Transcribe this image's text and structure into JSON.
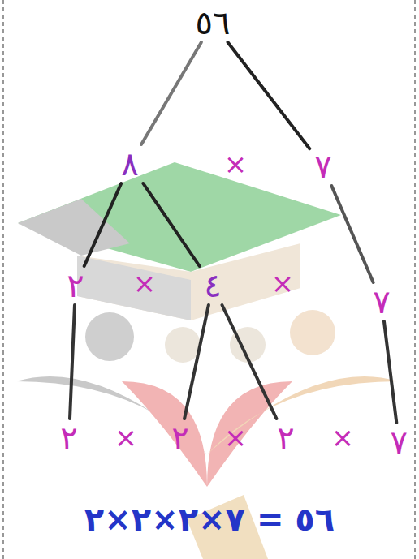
{
  "diagram": {
    "nodes": [
      {
        "text": [
          "٥٦"
        ]
      },
      {
        "text": [
          "٨"
        ]
      },
      {
        "text": [
          "٧"
        ]
      },
      {
        "text": [
          "٢"
        ]
      },
      {
        "text": [
          "٤"
        ]
      },
      {
        "text": [
          "٧"
        ]
      },
      {
        "text": [
          "٢"
        ]
      },
      {
        "text": [
          "٢"
        ]
      },
      {
        "text": [
          "٢"
        ]
      },
      {
        "text": [
          "٧"
        ]
      }
    ],
    "edges": [
      {
        "from": 0,
        "to": 1,
        "arrow": "none"
      },
      {
        "from": 0,
        "to": 2,
        "arrow": "none"
      },
      {
        "from": 1,
        "to": 3,
        "arrow": "none"
      },
      {
        "from": 1,
        "to": 4,
        "arrow": "none"
      },
      {
        "from": 2,
        "to": 5,
        "arrow": "none"
      },
      {
        "from": 3,
        "to": 6,
        "arrow": "none"
      },
      {
        "from": 4,
        "to": 7,
        "arrow": "none"
      },
      {
        "from": 4,
        "to": 8,
        "arrow": "none"
      },
      {
        "from": 5,
        "to": 9,
        "arrow": "none"
      }
    ],
    "labels": [
      "×",
      "×",
      "×",
      "×",
      "×",
      "×",
      "٢×٢×٢×٧ = ٥٦"
    ]
  }
}
